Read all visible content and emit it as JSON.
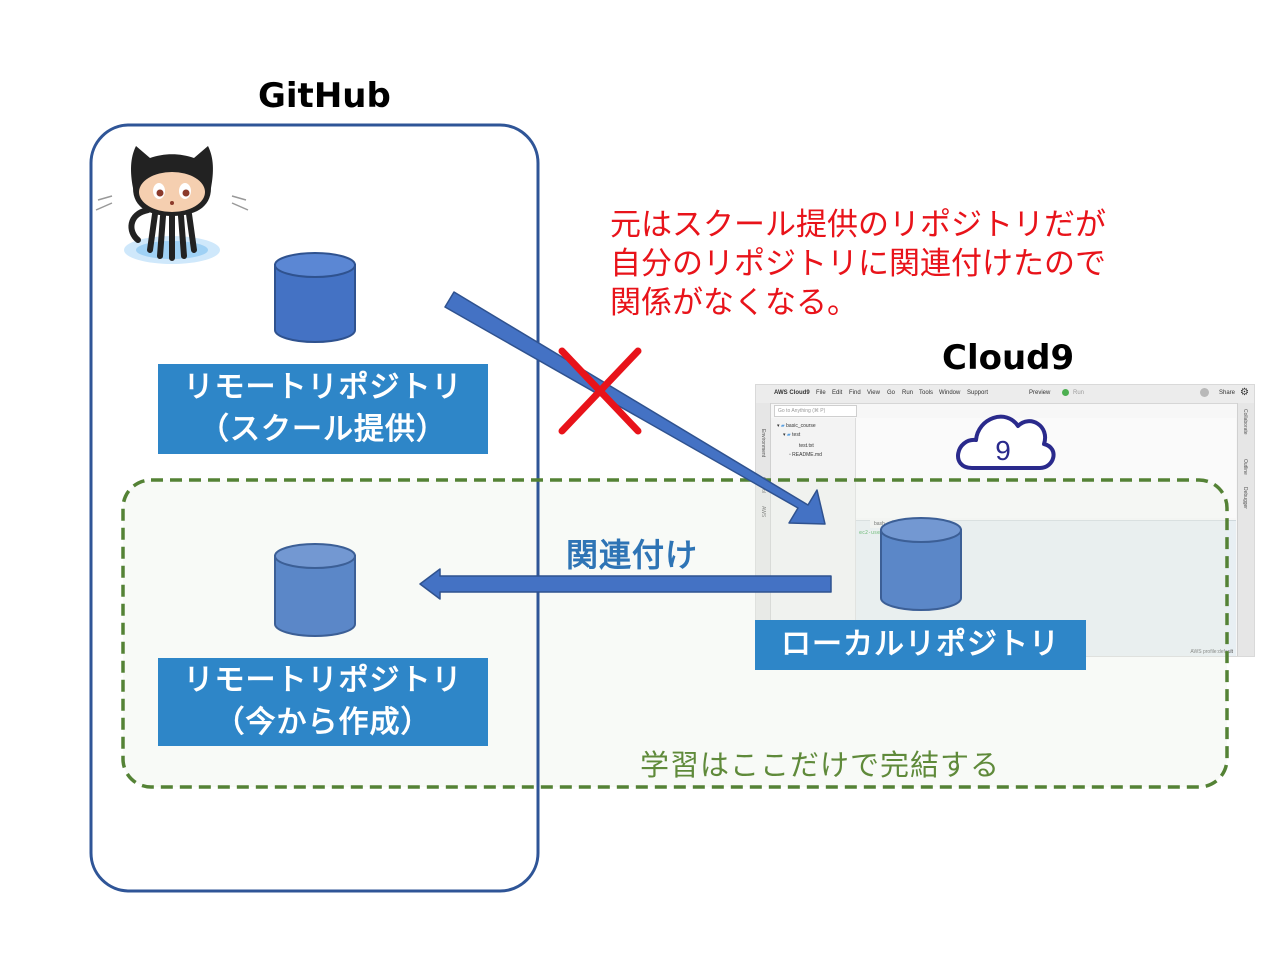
{
  "github": {
    "title": "GitHub",
    "logo_icon": "octocat-icon",
    "remote_school": {
      "line1": "リモートリポジトリ",
      "line2": "（スクール提供）"
    },
    "remote_new": {
      "line1": "リモートリポジトリ",
      "line2": "（今から作成）"
    }
  },
  "cloud9": {
    "title": "Cloud9",
    "logo_icon": "cloud9-logo-icon",
    "logo_number": "9",
    "local_repo": "ローカルリポジトリ",
    "ide": {
      "brand": "AWS Cloud9",
      "menu": [
        "File",
        "Edit",
        "Find",
        "View",
        "Go",
        "Run",
        "Tools",
        "Window",
        "Support"
      ],
      "preview": "Preview",
      "run": "Run",
      "share": "Share",
      "search_placeholder": "Go to Anything (⌘ P)",
      "tree": [
        "basic_course",
        "test",
        "test.txt",
        "README.md"
      ],
      "left_tabs": [
        "Environment",
        "Control",
        "AWS"
      ],
      "right_tabs": [
        "Collaborate",
        "Outline",
        "Debugger"
      ],
      "terminal_tab": "bash -",
      "terminal_prompt": "ec2-user",
      "status": "AWS profile:default"
    }
  },
  "annotations": {
    "broken_note": [
      "元はスクール提供のリポジトリだが",
      "自分のリポジトリに関連付けたので",
      "関係がなくなる。"
    ],
    "association_label": "関連付け",
    "learning_scope": "学習はここだけで完結する"
  },
  "colors": {
    "github_border": "#2f5597",
    "repo_box": "#2e86c8",
    "cylinder_dark": "#4472c4",
    "cylinder_light": "#5b87c8",
    "arrow": "#4472c4",
    "cross": "#e8131a",
    "dashed_border": "#548235",
    "note_text": "#e8131a",
    "learn_text": "#5f8a3a"
  }
}
